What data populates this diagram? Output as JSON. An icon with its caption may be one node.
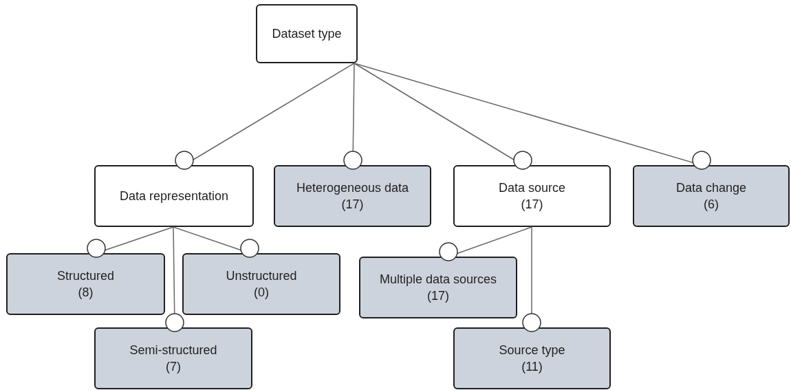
{
  "diagram": {
    "nodes": [
      {
        "text": [
          "Dataset type"
        ]
      },
      {
        "text": [
          "Data representation"
        ]
      },
      {
        "text": [
          "Heterogeneous data",
          "(17)"
        ]
      },
      {
        "text": [
          "Data source",
          "(17)"
        ]
      },
      {
        "text": [
          "Data change",
          "(6)"
        ]
      },
      {
        "text": [
          "Structured",
          "(8)"
        ]
      },
      {
        "text": [
          "Unstructured",
          "(0)"
        ]
      },
      {
        "text": [
          "Semi-structured",
          "(7)"
        ]
      },
      {
        "text": [
          "Multiple data sources",
          "(17)"
        ]
      },
      {
        "text": [
          "Source type",
          "(11)"
        ]
      }
    ],
    "edges": [
      {
        "from": 0,
        "to": 1,
        "arrow": "other"
      },
      {
        "from": 0,
        "to": 2,
        "arrow": "other"
      },
      {
        "from": 0,
        "to": 3,
        "arrow": "other"
      },
      {
        "from": 0,
        "to": 4,
        "arrow": "other"
      },
      {
        "from": 1,
        "to": 5,
        "arrow": "other"
      },
      {
        "from": 1,
        "to": 6,
        "arrow": "other"
      },
      {
        "from": 1,
        "to": 7,
        "arrow": "other"
      },
      {
        "from": 3,
        "to": 8,
        "arrow": "other"
      },
      {
        "from": 3,
        "to": 9,
        "arrow": "other"
      }
    ]
  }
}
